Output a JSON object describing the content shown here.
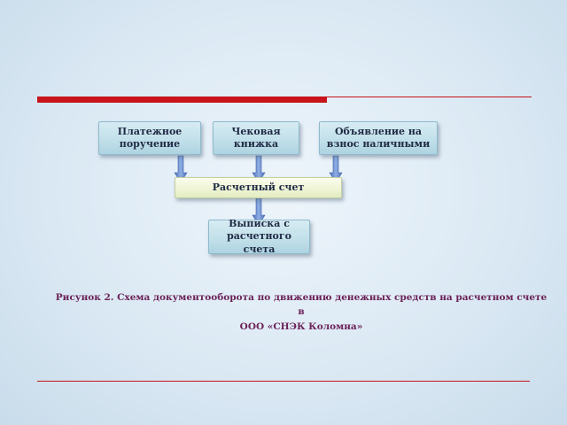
{
  "diagram": {
    "nodes": {
      "payment_order": "Платежное поручение",
      "check_book": "Чековая книжка",
      "cash_notice": "Объявление на взнос наличными",
      "account": "Расчетный счет",
      "statement": "Выписка с расчетного счета"
    },
    "edges": [
      {
        "from": "payment_order",
        "to": "account"
      },
      {
        "from": "check_book",
        "to": "account"
      },
      {
        "from": "cash_notice",
        "to": "account"
      },
      {
        "from": "account",
        "to": "statement"
      }
    ]
  },
  "caption": {
    "line1": "Рисунок 2. Схема документооборота по движению денежных средств на расчетном счете в",
    "line2": "ООО «СНЭК Коломна»"
  },
  "colors": {
    "accent_red": "#c8141a",
    "box_blue": "#c2e0ea",
    "box_cream": "#eef4d4",
    "arrow_blue": "#6e8fd0",
    "caption": "#6b2258"
  }
}
